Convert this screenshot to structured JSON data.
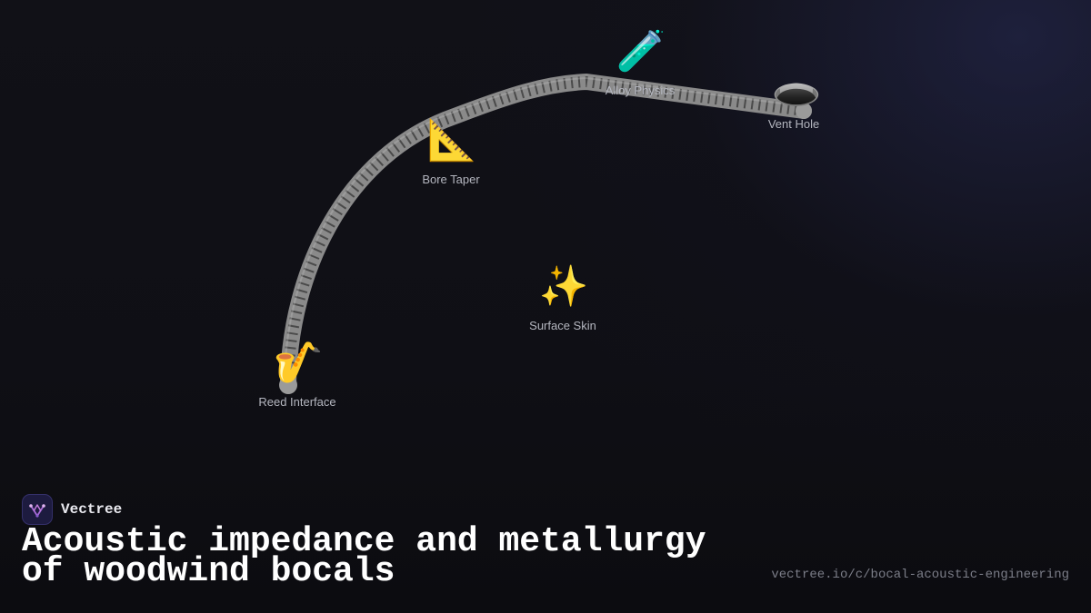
{
  "brand": {
    "name": "Vectree",
    "logo_icon": "branching-tree-icon",
    "accent_color": "#a86bd8"
  },
  "title": "Acoustic impedance and metallurgy of woodwind bocals",
  "url": "vectree.io/c/bocal-acoustic-engineering",
  "colors": {
    "background": "#0f0f14",
    "tube": "#8a8a8a",
    "tube_ridge": "#4a4a4a",
    "label": "#b4b6bf"
  },
  "nodes": [
    {
      "id": "reed-interface",
      "icon": "saxophone-icon",
      "emoji": "🎷",
      "label": "Reed Interface"
    },
    {
      "id": "bore-taper",
      "icon": "triangular-ruler-icon",
      "emoji": "📐",
      "label": "Bore Taper"
    },
    {
      "id": "alloy-physics",
      "icon": "test-tube-icon",
      "emoji": "🧪",
      "label": "Alloy Physics"
    },
    {
      "id": "vent-hole",
      "icon": "hole-icon",
      "emoji": "🕳️",
      "label": "Vent Hole"
    },
    {
      "id": "surface-skin",
      "icon": "sparkles-icon",
      "emoji": "✨",
      "label": "Surface Skin"
    }
  ]
}
